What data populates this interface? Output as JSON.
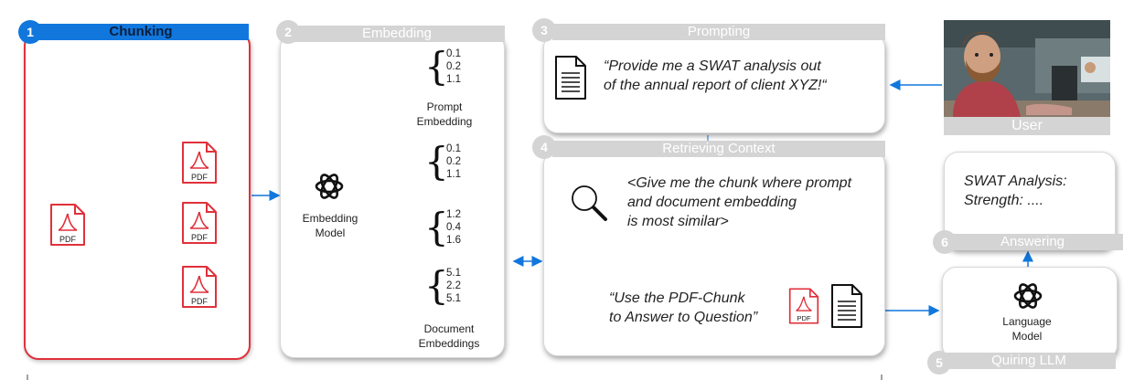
{
  "steps": {
    "chunking": {
      "num": "1",
      "title": "Chunking"
    },
    "embedding": {
      "num": "2",
      "title": "Embedding"
    },
    "prompting": {
      "num": "3",
      "title": "Prompting"
    },
    "retrieving": {
      "num": "4",
      "title": "Retrieving Context"
    },
    "quiring": {
      "num": "5",
      "title": "Quiring LLM"
    },
    "answering": {
      "num": "6",
      "title": "Answering"
    }
  },
  "pdf_label": "PDF",
  "embedding_model": {
    "line1": "Embedding",
    "line2": "Model"
  },
  "prompt_embedding": {
    "values": [
      "0.1",
      "0.2",
      "1.1"
    ],
    "label1": "Prompt",
    "label2": "Embedding"
  },
  "document_embeddings": {
    "groups": [
      [
        "0.1",
        "0.2",
        "1.1"
      ],
      [
        "1.2",
        "0.4",
        "1.6"
      ],
      [
        "5.1",
        "2.2",
        "5.1"
      ]
    ],
    "label1": "Document",
    "label2": "Embeddings"
  },
  "prompt_text": {
    "line1": "“Provide me a SWAT analysis out",
    "line2": "of the annual report of client XYZ!“"
  },
  "user_label": "User",
  "retrieve_text": {
    "line1": "<Give me the chunk where prompt",
    "line2": "and document embedding",
    "line3": "is most similar>"
  },
  "use_chunk_text": {
    "line1": "“Use the PDF-Chunk",
    "line2": "to Answer to Question”"
  },
  "answer_text": {
    "line1": "SWAT Analysis:",
    "line2": "Strength: ...."
  },
  "language_model": {
    "line1": "Language",
    "line2": "Model"
  },
  "colors": {
    "accent": "#1177dd",
    "pdf_red": "#e0313b",
    "bar_gray": "#d4d4d4"
  }
}
